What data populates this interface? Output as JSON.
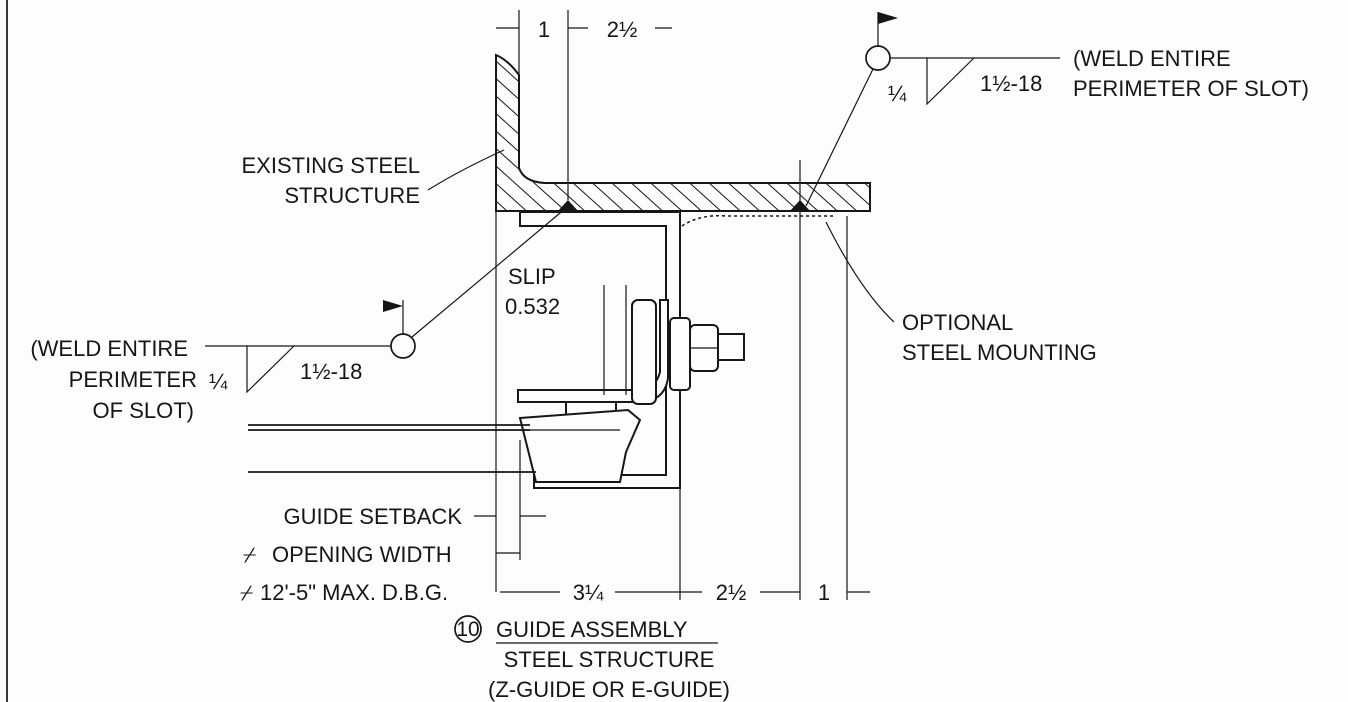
{
  "colors": {
    "ink": "#161616",
    "paper": "#fdfdfd"
  },
  "dimensions": {
    "top_flange": "1",
    "top_offset": "2½",
    "bottom_width": "3¼",
    "bottom_offset": "2½",
    "bottom_flange": "1"
  },
  "labels": {
    "existing_structure": [
      "EXISTING STEEL",
      "STRUCTURE"
    ],
    "slip": [
      "SLIP",
      "0.532"
    ],
    "optional_mounting": [
      "OPTIONAL",
      "STEEL MOUNTING"
    ],
    "guide_setback": "GUIDE SETBACK",
    "opening_width": "OPENING WIDTH",
    "max_dbg": "12'-5\" MAX. D.B.G."
  },
  "weld_right": {
    "note": [
      "(WELD ENTIRE",
      "PERIMETER OF SLOT)"
    ],
    "size": "¼",
    "spec": "1½-18"
  },
  "weld_left": {
    "note": [
      "(WELD ENTIRE",
      "PERIMETER",
      "OF SLOT)"
    ],
    "size": "¼",
    "spec": "1½-18"
  },
  "caption": {
    "detail_number": "10",
    "title": "GUIDE ASSEMBLY",
    "subtitle_1": "STEEL STRUCTURE",
    "subtitle_2": "(Z-GUIDE OR E-GUIDE)"
  }
}
